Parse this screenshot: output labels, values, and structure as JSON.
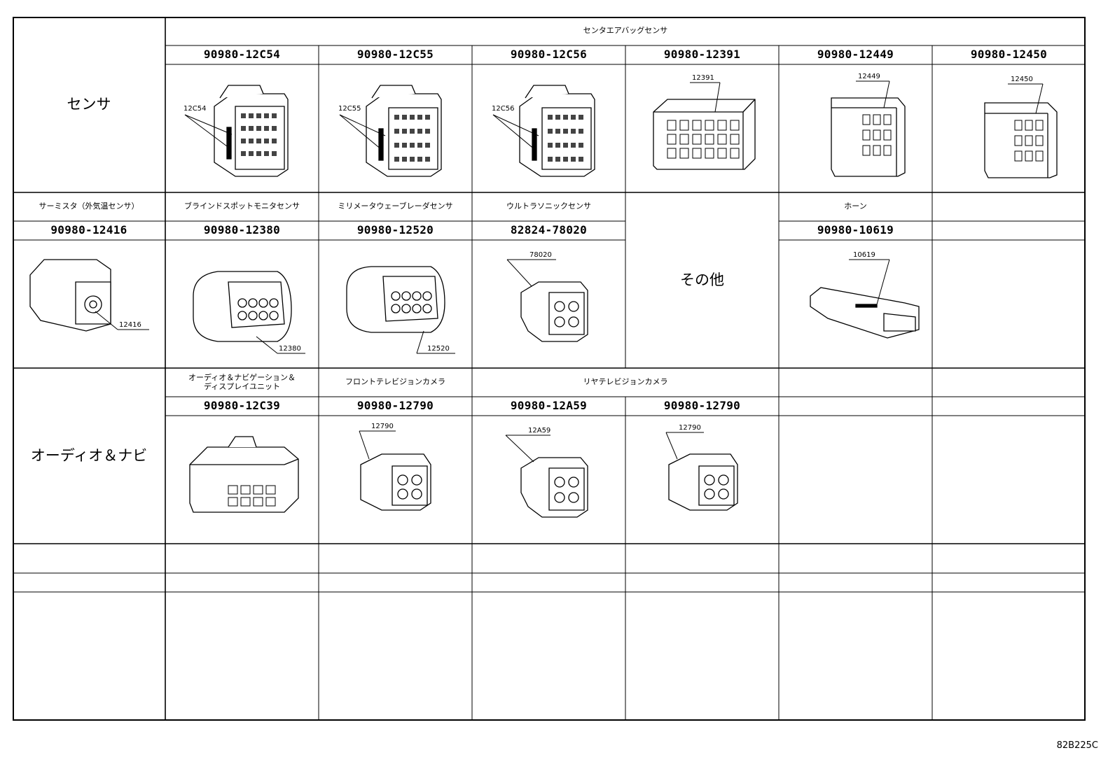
{
  "sections": {
    "sensor": "センサ",
    "other": "その他",
    "audio_nav": "オーディオ＆ナビ"
  },
  "groups": {
    "center_airbag": "センタエアバッグセンサ",
    "thermistor": "サーミスタ（外気温センサ）",
    "blind_spot": "ブラインドスポットモニタセンサ",
    "millimeter_radar": "ミリメータウェーブレーダセンサ",
    "ultrasonic": "ウルトラソニックセンサ",
    "horn": "ホーン",
    "audio_nav_display_1": "オーディオ＆ナビゲーション＆",
    "audio_nav_display_2": "ディスプレイユニット",
    "front_tv_camera": "フロントテレビジョンカメラ",
    "rear_tv_camera": "リヤテレビジョンカメラ"
  },
  "parts": [
    {
      "number": "90980-12C54",
      "callout": "12C54"
    },
    {
      "number": "90980-12C55",
      "callout": "12C55"
    },
    {
      "number": "90980-12C56",
      "callout": "12C56"
    },
    {
      "number": "90980-12391",
      "callout": "12391"
    },
    {
      "number": "90980-12449",
      "callout": "12449"
    },
    {
      "number": "90980-12450",
      "callout": "12450"
    },
    {
      "number": "90980-12416",
      "callout": "12416"
    },
    {
      "number": "90980-12380",
      "callout": "12380"
    },
    {
      "number": "90980-12520",
      "callout": "12520"
    },
    {
      "number": "82824-78020",
      "callout": "78020"
    },
    {
      "number": "90980-10619",
      "callout": "10619"
    },
    {
      "number": "90980-12C39",
      "callout": ""
    },
    {
      "number": "90980-12790",
      "callout": "12790"
    },
    {
      "number": "90980-12A59",
      "callout": "12A59"
    },
    {
      "number": "90980-12790",
      "callout": "12790"
    }
  ],
  "footer_code": "82B225C"
}
